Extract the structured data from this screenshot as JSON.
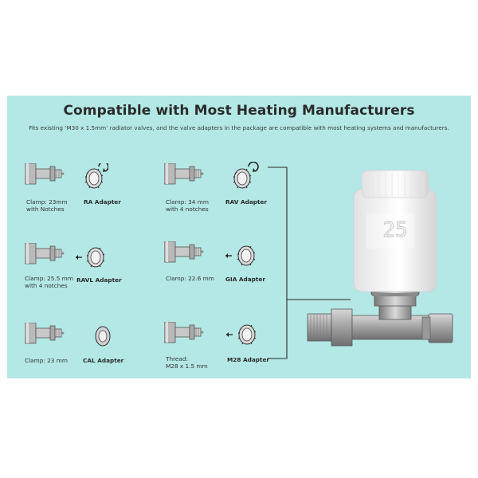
{
  "heading": "Compatible with Most Heating Manufacturers",
  "description": "Fits existing ‘M30 x 1.5mm’ radiator valves, and the valve adapters in the package are compatible with most heating systems and manufacturers.",
  "display_reading": "25",
  "valves": [
    {
      "line1": "Clamp: 23mm",
      "line2": "with Notches",
      "adapter": "RA Adapter"
    },
    {
      "line1": "Clamp: 34 mm",
      "line2": "with 4 notches",
      "adapter": "RAV Adapter"
    },
    {
      "line1": "Clamp: 25.5 mm",
      "line2": "with 4 notches",
      "adapter": "RAVL Adapter"
    },
    {
      "line1": "Clamp: 22.6 mm",
      "line2": "",
      "adapter": "GIA Adapter"
    },
    {
      "line1": "Clamp: 23 mm",
      "line2": "",
      "adapter": "CAL Adapter"
    },
    {
      "line1": "Thread:",
      "line2": "M28 x 1.5 mm",
      "adapter": "M28 Adapter"
    }
  ],
  "colors": {
    "panel": "#b3e8e6",
    "metal": "#a9a9a9",
    "thermostat": "#f4f4f4"
  }
}
